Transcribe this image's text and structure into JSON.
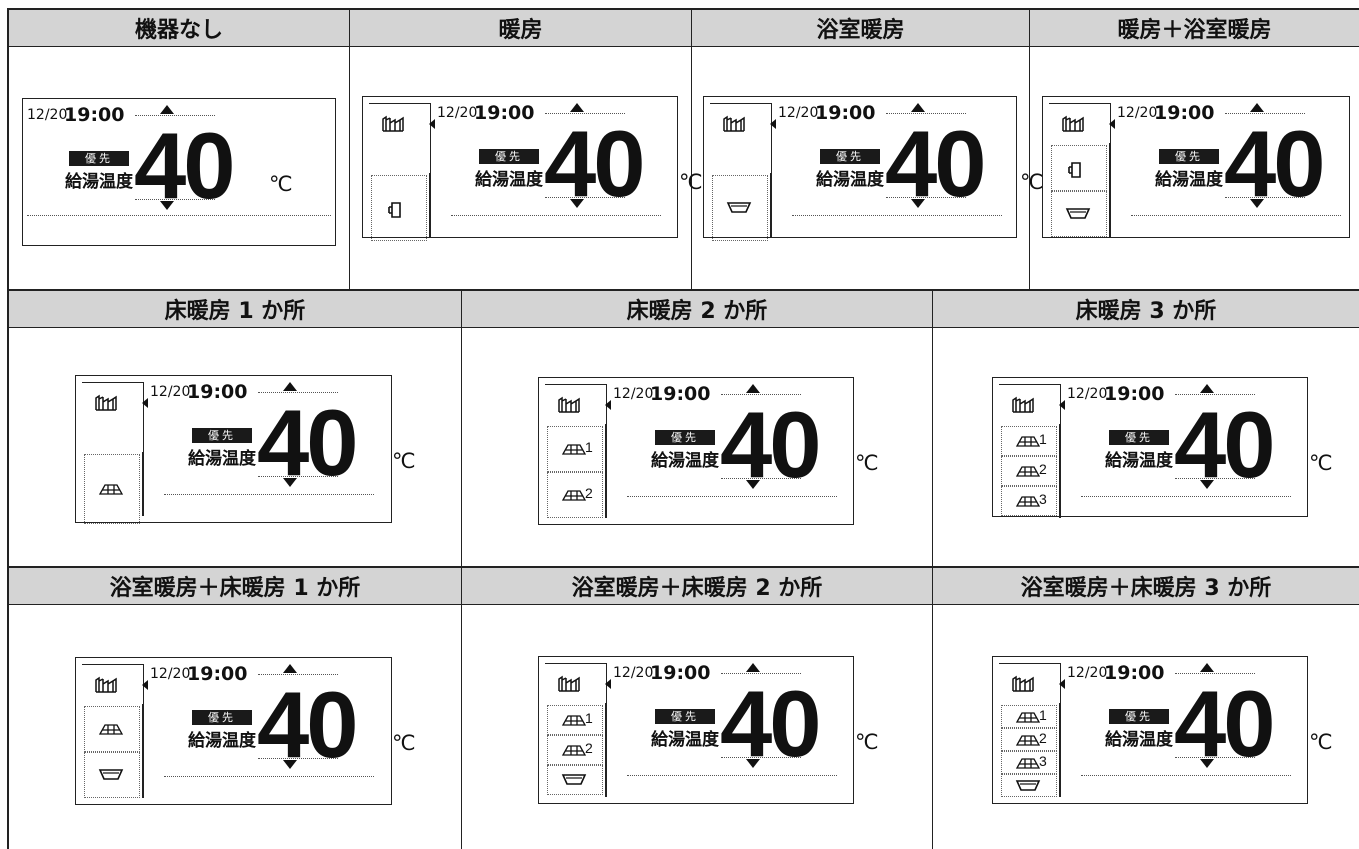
{
  "headers": {
    "none": "機器なし",
    "danbo": "暖房",
    "yokushitsu": "浴室暖房",
    "danbo_yokushitsu": "暖房＋浴室暖房",
    "yuka1": "床暖房 1 か所",
    "yuka2": "床暖房 2 か所",
    "yuka3": "床暖房 3 か所",
    "yoku_yuka1": "浴室暖房＋床暖房 1 か所",
    "yoku_yuka2": "浴室暖房＋床暖房 2 か所",
    "yoku_yuka3": "浴室暖房＋床暖房 3 か所"
  },
  "display": {
    "date": "12/20",
    "time": "19:00",
    "priority_badge": "優先",
    "label": "給湯温度",
    "temperature": "40",
    "unit": "℃"
  },
  "floor_numbers": [
    "1",
    "2",
    "3"
  ]
}
